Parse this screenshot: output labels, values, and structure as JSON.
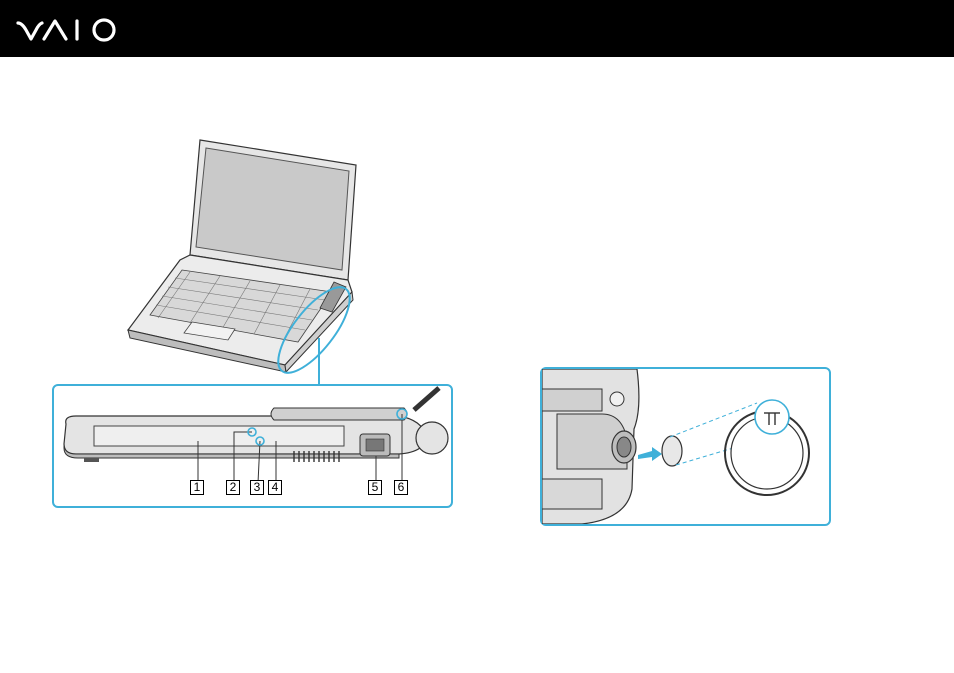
{
  "brand": {
    "logo_text": "VAIO"
  },
  "colors": {
    "accent": "#3fb0d9",
    "header_bg": "#000000"
  },
  "callouts": [
    "1",
    "2",
    "3",
    "4",
    "5",
    "6"
  ],
  "illustrations": {
    "laptop": "laptop-open-icon",
    "side_view": "laptop-right-side-view",
    "hinge_detail": "hinge-cap-detail"
  }
}
